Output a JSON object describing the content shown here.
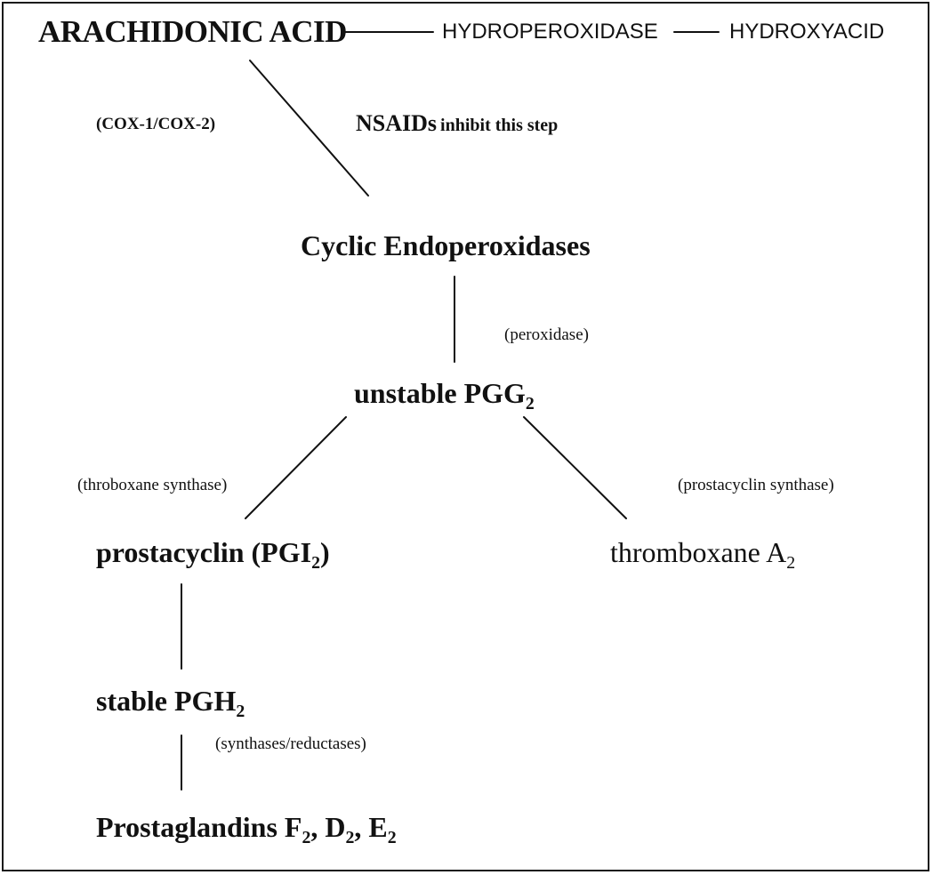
{
  "nodes": {
    "arachidonic": "ARACHIDONIC ACID",
    "hydroperoxidase": "HYDROPEROXIDASE",
    "hydroxyacid": "HYDROXYACID",
    "cyclic": "Cyclic Endoperoxidases",
    "pgg2": {
      "text": "unstable PGG",
      "sub": "2"
    },
    "prostacyclin": {
      "text": "prostacyclin (PGI",
      "sub": "2",
      "suffix": ")"
    },
    "thromboxane": {
      "text": "thromboxane A",
      "sub": "2"
    },
    "pgh2": {
      "text": "stable PGH",
      "sub": "2"
    },
    "prostaglandins": {
      "text": "Prostaglandins F",
      "sub1": "2",
      "mid1": ", D",
      "sub2": "2",
      "mid2": ", E",
      "sub3": "2"
    }
  },
  "labels": {
    "cox": "(COX-1/COX-2)",
    "nsaids_bold": "NSAIDs",
    "nsaids_rest": "inhibit this step",
    "peroxidase": "(peroxidase)",
    "throboxane_synthase": "(throboxane synthase)",
    "prostacyclin_synthase": "(prostacyclin synthase)",
    "synthases": "(synthases/reductases)"
  }
}
